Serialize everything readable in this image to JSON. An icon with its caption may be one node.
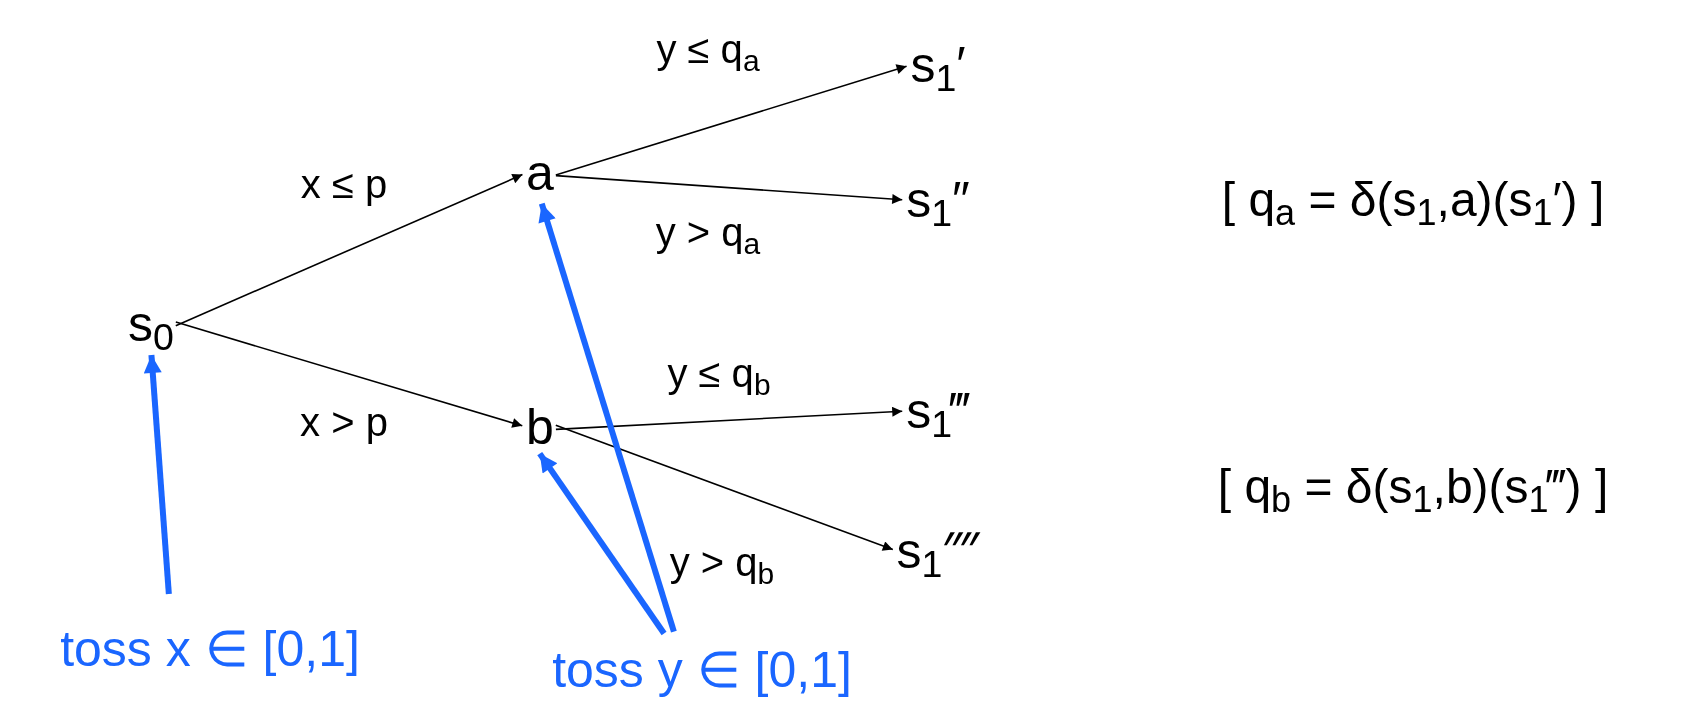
{
  "diagram": {
    "nodes": [
      {
        "text": [
          "s$_{0}$"
        ]
      },
      {
        "text": [
          "a"
        ]
      },
      {
        "text": [
          "b"
        ]
      },
      {
        "text": [
          "s$_{1}$′"
        ]
      },
      {
        "text": [
          "s$_{1}$″"
        ]
      },
      {
        "text": [
          "s$_{1}$‴"
        ]
      },
      {
        "text": [
          "s$_{1}$⁗"
        ]
      },
      {
        "text": [
          "toss x ∈ [0,1]"
        ]
      },
      {
        "text": [
          "toss y ∈ [0,1]"
        ]
      }
    ],
    "edges": [
      {
        "from": 0,
        "to": 1,
        "arrow": "to",
        "label": "x ≤ p"
      },
      {
        "from": 0,
        "to": 2,
        "arrow": "to",
        "label": "x > p"
      },
      {
        "from": 1,
        "to": 3,
        "arrow": "to",
        "label": "y ≤ q$_{a}$"
      },
      {
        "from": 1,
        "to": 4,
        "arrow": "to",
        "label": "y > q$_{a}$"
      },
      {
        "from": 2,
        "to": 5,
        "arrow": "to",
        "label": "y ≤ q$_{b}$"
      },
      {
        "from": 2,
        "to": 6,
        "arrow": "to",
        "label": "y > q$_{b}$"
      },
      {
        "from": 7,
        "to": 0,
        "arrow": "to",
        "style": "thick",
        "color": "#1a66ff"
      },
      {
        "from": 8,
        "to": 1,
        "arrow": "to",
        "style": "thick",
        "color": "#1a66ff"
      },
      {
        "from": 8,
        "to": 2,
        "arrow": "to",
        "style": "thick",
        "color": "#1a66ff"
      }
    ],
    "labels": [
      "[ q$_{a}$ =  δ(s$_{1}$,a)(s$_{1}$′) ]",
      "[ q$_{b}$ =  δ(s$_{1}$,b)(s$_{1}$‴) ]"
    ]
  }
}
